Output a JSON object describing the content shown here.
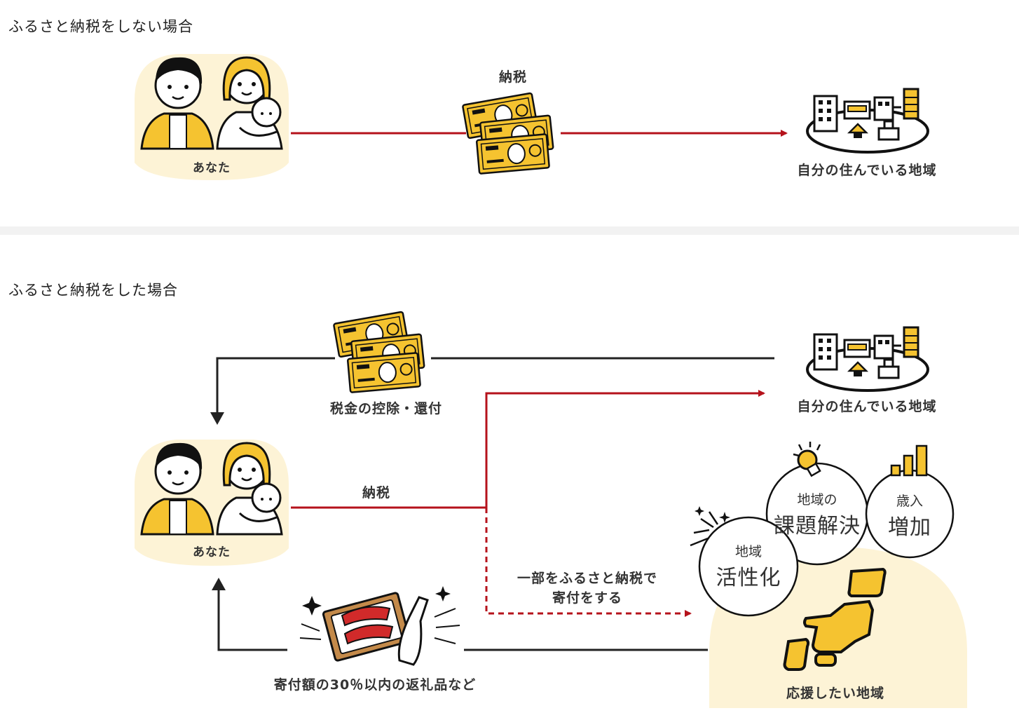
{
  "section_without": {
    "title": "ふるさと納税をしない場合",
    "you_label": "あなた",
    "tax_label": "納税",
    "region_label": "自分の住んでいる地域"
  },
  "section_with": {
    "title": "ふるさと納税をした場合",
    "refund_label": "税金の控除・還付",
    "region_label": "自分の住んでいる地域",
    "you_label": "あなた",
    "tax_label": "納税",
    "donate_label_line1": "一部をふるさと納税で",
    "donate_label_line2": "寄付をする",
    "gift_label": "寄付額の30％以内の返礼品など",
    "support_region_label": "応援したい地域",
    "benefits": [
      {
        "small": "地域の",
        "big": "課題解決"
      },
      {
        "small": "歳入",
        "big": "増加"
      },
      {
        "small": "地域",
        "big": "活性化"
      }
    ]
  },
  "colors": {
    "red_arrow": "#b5121b",
    "black_arrow": "#222222",
    "yellow": "#f5c330",
    "cream": "#fdf3d6"
  },
  "icons": [
    "family-icon",
    "banknotes-icon",
    "town-icon",
    "japan-map-icon",
    "gift-icon",
    "lightbulb-icon",
    "bar-chart-icon"
  ]
}
